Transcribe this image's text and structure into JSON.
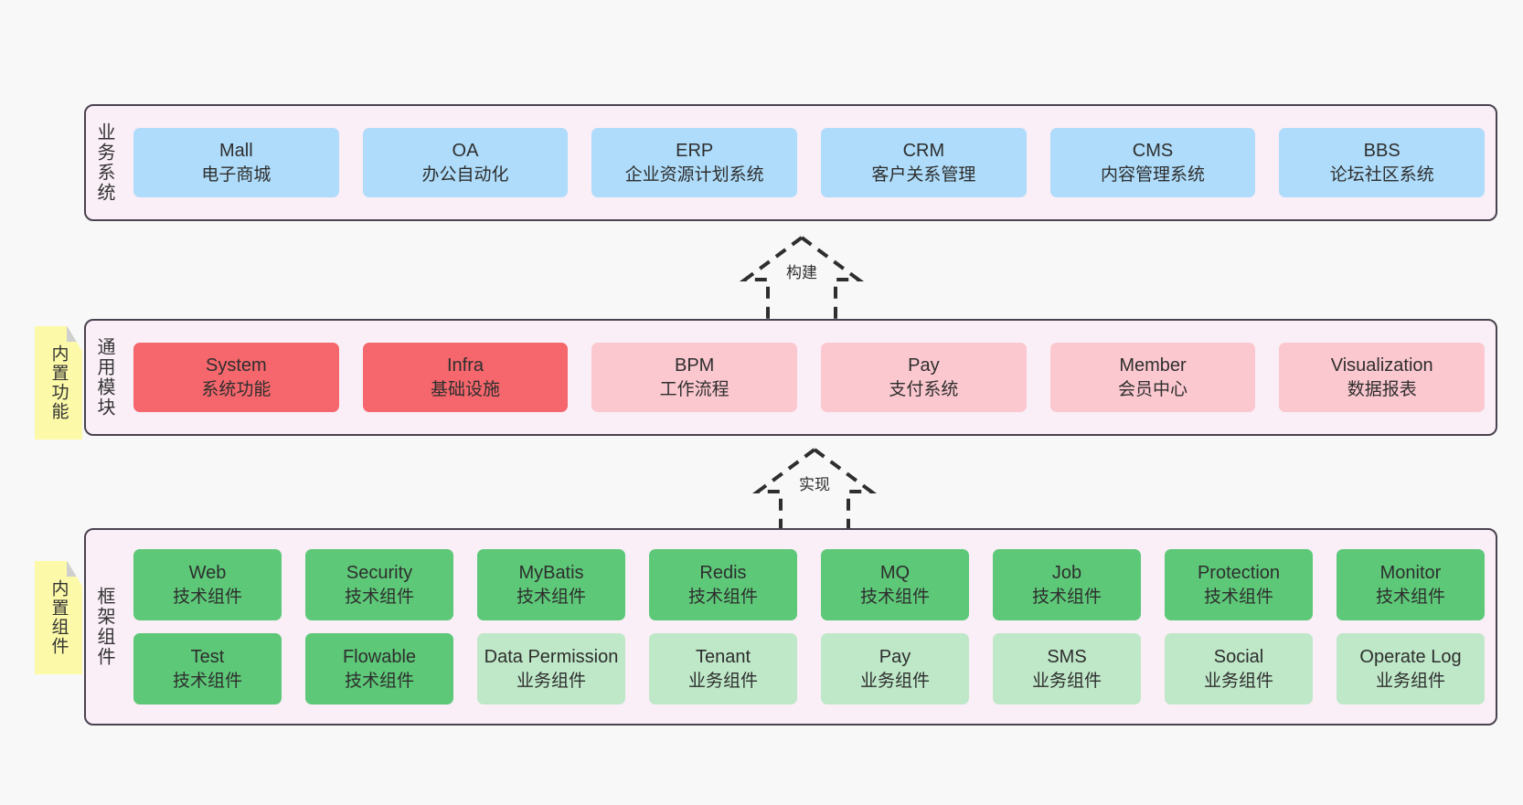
{
  "theme": {
    "panel_bg": "#FAEEF7",
    "panel_border": "#4A4350",
    "canvas_bg": "#F8F8F8",
    "blue": "#AEDCFA",
    "red": "#F5676C",
    "pink": "#FBC8CF",
    "green_dark": "#5DC878",
    "green_light": "#BFE8C8",
    "note_yellow": "#FCFAA8",
    "note_fold": "#CFCFCF"
  },
  "layers": {
    "business": {
      "label": "业务系统",
      "cards": [
        {
          "en": "Mall",
          "cn": "电子商城"
        },
        {
          "en": "OA",
          "cn": "办公自动化"
        },
        {
          "en": "ERP",
          "cn": "企业资源计划系统"
        },
        {
          "en": "CRM",
          "cn": "客户关系管理"
        },
        {
          "en": "CMS",
          "cn": "内容管理系统"
        },
        {
          "en": "BBS",
          "cn": "论坛社区系统"
        }
      ]
    },
    "modules": {
      "label": "通用模块",
      "cards": [
        {
          "en": "System",
          "cn": "系统功能",
          "style": "c-red"
        },
        {
          "en": "Infra",
          "cn": "基础设施",
          "style": "c-red"
        },
        {
          "en": "BPM",
          "cn": "工作流程",
          "style": "c-pink"
        },
        {
          "en": "Pay",
          "cn": "支付系统",
          "style": "c-pink"
        },
        {
          "en": "Member",
          "cn": "会员中心",
          "style": "c-pink"
        },
        {
          "en": "Visualization",
          "cn": "数据报表",
          "style": "c-pink"
        }
      ]
    },
    "framework": {
      "label": "框架组件",
      "row1": [
        {
          "en": "Web",
          "cn": "技术组件"
        },
        {
          "en": "Security",
          "cn": "技术组件"
        },
        {
          "en": "MyBatis",
          "cn": "技术组件"
        },
        {
          "en": "Redis",
          "cn": "技术组件"
        },
        {
          "en": "MQ",
          "cn": "技术组件"
        },
        {
          "en": "Job",
          "cn": "技术组件"
        },
        {
          "en": "Protection",
          "cn": "技术组件"
        },
        {
          "en": "Monitor",
          "cn": "技术组件"
        }
      ],
      "row2": [
        {
          "en": "Test",
          "cn": "技术组件",
          "style": "c-green-dark"
        },
        {
          "en": "Flowable",
          "cn": "技术组件",
          "style": "c-green-dark"
        },
        {
          "en": "Data Permission",
          "cn": "业务组件",
          "style": "c-green-light"
        },
        {
          "en": "Tenant",
          "cn": "业务组件",
          "style": "c-green-light"
        },
        {
          "en": "Pay",
          "cn": "业务组件",
          "style": "c-green-light"
        },
        {
          "en": "SMS",
          "cn": "业务组件",
          "style": "c-green-light"
        },
        {
          "en": "Social",
          "cn": "业务组件",
          "style": "c-green-light"
        },
        {
          "en": "Operate Log",
          "cn": "业务组件",
          "style": "c-green-light"
        }
      ]
    }
  },
  "notes": [
    {
      "text": "内置功能"
    },
    {
      "text": "内置组件"
    }
  ],
  "connectors": [
    {
      "label": "构建"
    },
    {
      "label": "实现"
    }
  ]
}
